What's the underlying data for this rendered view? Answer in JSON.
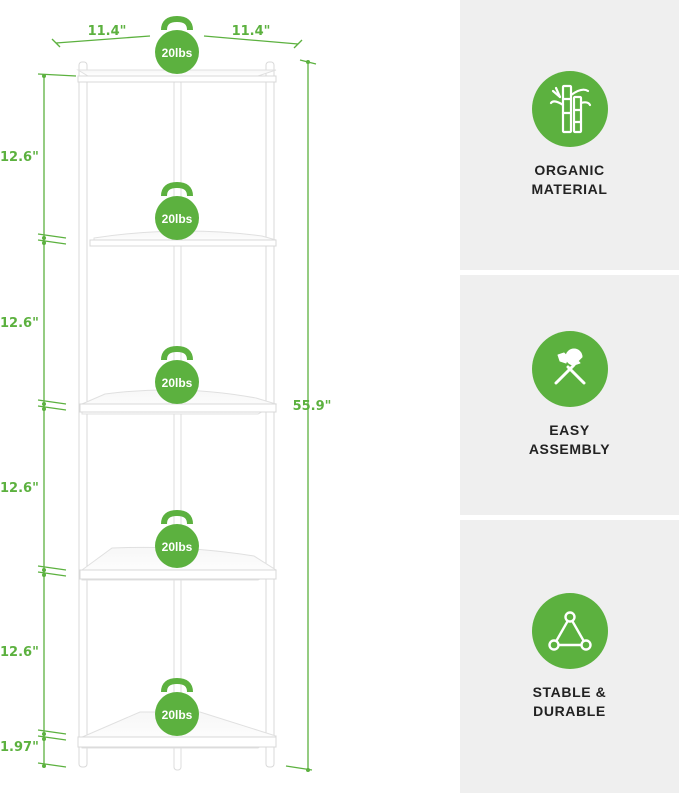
{
  "colors": {
    "accent": "#5cb13f",
    "panel": "#efefef",
    "shelf": "#ffffff",
    "text": "#222222"
  },
  "dimensions": {
    "width_left": "11.4\"",
    "width_right": "11.4\"",
    "height_total": "55.9\"",
    "tier_heights": [
      "12.6\"",
      "12.6\"",
      "12.6\"",
      "12.6\""
    ],
    "foot_height": "1.97\""
  },
  "weights": [
    "20lbs",
    "20lbs",
    "20lbs",
    "20lbs",
    "20lbs"
  ],
  "features": [
    {
      "icon": "bamboo-icon",
      "lines": [
        "ORGANIC",
        "MATERIAL"
      ]
    },
    {
      "icon": "tools-icon",
      "lines": [
        "EASY",
        "ASSEMBLY"
      ]
    },
    {
      "icon": "triangle-icon",
      "lines": [
        "STABLE &",
        "DURABLE"
      ]
    }
  ]
}
